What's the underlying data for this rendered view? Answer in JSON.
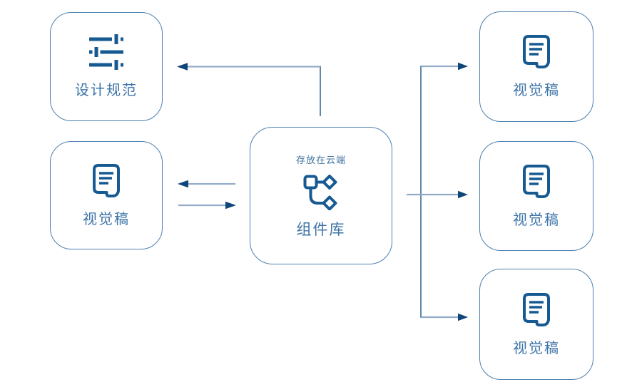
{
  "diagram": {
    "colors": {
      "background": "#ffffff",
      "box_border": "#4d80b0",
      "icon_blue": "#175a92",
      "label_blue": "#3e74a8",
      "sublabel_blue": "#41729f",
      "line_light": "#92abc9",
      "line_dark": "#2a6191",
      "arrowhead": "#0f4679"
    },
    "nodes": [
      {
        "id": "design-spec",
        "label": "设计规范",
        "icon": "sliders-icon"
      },
      {
        "id": "visual-draft-left",
        "label": "视觉稿",
        "icon": "document-icon"
      },
      {
        "id": "component-library",
        "label": "组件库",
        "sublabel": "存放在云端",
        "icon": "git-branch-icon"
      },
      {
        "id": "visual-draft-right-1",
        "label": "视觉稿",
        "icon": "document-icon"
      },
      {
        "id": "visual-draft-right-2",
        "label": "视觉稿",
        "icon": "document-icon"
      },
      {
        "id": "visual-draft-right-3",
        "label": "视觉稿",
        "icon": "document-icon"
      }
    ],
    "edges": [
      {
        "from": "component-library",
        "to": "design-spec",
        "arrow": "left",
        "shape": "elbow"
      },
      {
        "from": "component-library",
        "to": "visual-draft-left",
        "arrow": "left",
        "shape": "straight"
      },
      {
        "from": "visual-draft-left",
        "to": "component-library",
        "arrow": "right",
        "shape": "straight"
      },
      {
        "from": "component-library",
        "to": "visual-draft-right-1",
        "arrow": "right",
        "shape": "branch"
      },
      {
        "from": "component-library",
        "to": "visual-draft-right-2",
        "arrow": "right",
        "shape": "branch"
      },
      {
        "from": "component-library",
        "to": "visual-draft-right-3",
        "arrow": "right",
        "shape": "branch"
      }
    ]
  }
}
